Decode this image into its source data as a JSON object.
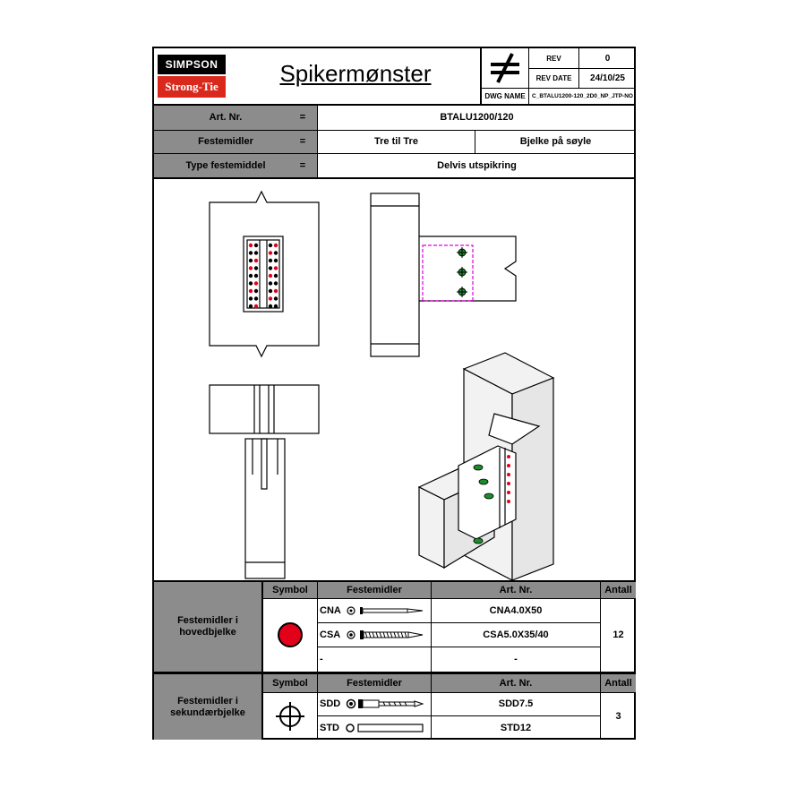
{
  "header": {
    "logo_top": "SIMPSON",
    "logo_bottom": "Strong-Tie",
    "title": "Spikermønster",
    "rev_label": "REV",
    "rev_value": "0",
    "rev_date_label": "REV DATE",
    "rev_date_value": "24/10/25",
    "dwg_label": "DWG NAME",
    "dwg_value": "C_BTALU1200-120_2D0_NP_JTP-NO"
  },
  "info": {
    "art_label": "Art. Nr.",
    "art_value": "BTALU1200/120",
    "festemidler_label": "Festemidler",
    "festemidler_value_1": "Tre til Tre",
    "festemidler_value_2": "Bjelke på søyle",
    "type_label": "Type festemiddel",
    "type_value": "Delvis utspikring",
    "equals": "="
  },
  "table1": {
    "section_label": "Festemidler i hovedbjelke",
    "col_symbol": "Symbol",
    "col_festemidler": "Festemidler",
    "col_art": "Art. Nr.",
    "col_antall": "Antall",
    "rows": [
      {
        "name": "CNA",
        "art": "CNA4.0X50"
      },
      {
        "name": "CSA",
        "art": "CSA5.0X35/40"
      },
      {
        "name": "-",
        "art": "-"
      }
    ],
    "antall": "12"
  },
  "table2": {
    "section_label": "Festemidler i sekundærbjelke",
    "col_symbol": "Symbol",
    "col_festemidler": "Festemidler",
    "col_art": "Art. Nr.",
    "col_antall": "Antall",
    "rows": [
      {
        "name": "SDD",
        "art": "SDD7.5"
      },
      {
        "name": "STD",
        "art": "STD12"
      }
    ],
    "antall": "3"
  },
  "colors": {
    "primary_nail": "#e3001b",
    "secondary_screw": "#1a8c2a",
    "header_grey": "#8c8c8c",
    "magenta_outline": "#e000e0"
  }
}
